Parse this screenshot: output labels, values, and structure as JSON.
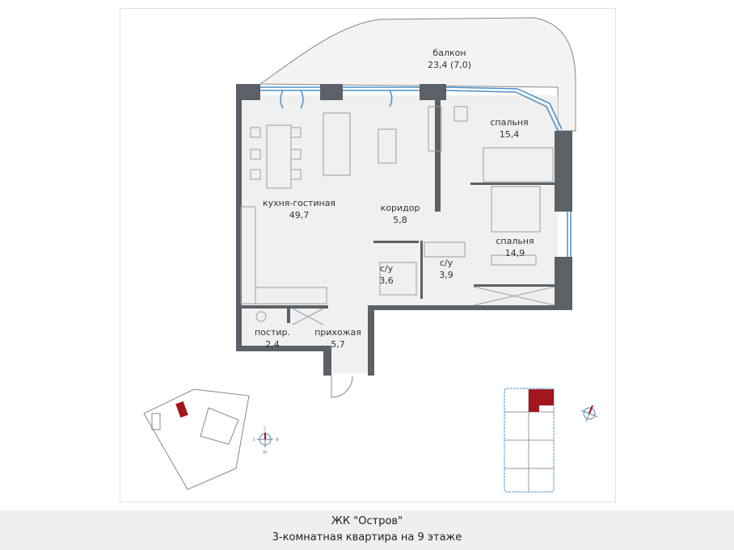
{
  "rooms": [
    {
      "name": "балкон",
      "area": "23,4 (7,0)"
    },
    {
      "name": "спальня",
      "area": "15,4"
    },
    {
      "name": "кухня-гостиная",
      "area": "49,7"
    },
    {
      "name": "коридор",
      "area": "5,8"
    },
    {
      "name": "спальня",
      "area": "14,9"
    },
    {
      "name": "с/у",
      "area": "3,6"
    },
    {
      "name": "с/у",
      "area": "3,9"
    },
    {
      "name": "постир.",
      "area": "2,4"
    },
    {
      "name": "прихожая",
      "area": "5,7"
    }
  ],
  "compass": {
    "north": "С",
    "south": "Ю",
    "west": "З",
    "east": "В"
  },
  "colors": {
    "wall": "#5b6167",
    "floor": "#eff0ef",
    "window": "#4a90c8",
    "highlight": "#a3161d"
  },
  "caption": {
    "complex": "ЖК \"Остров\"",
    "description": "3-комнатная квартира на 9 этаже"
  }
}
